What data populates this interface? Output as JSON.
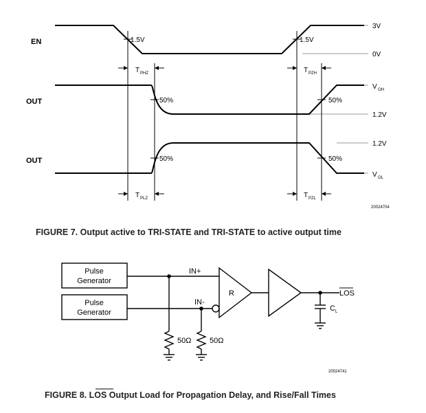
{
  "figure7": {
    "signals": {
      "en": "EN",
      "out1": "OUT",
      "out2": "OUT"
    },
    "levels": {
      "v3": "3V",
      "v0": "0V",
      "voh": "V",
      "voh_sub": "OH",
      "v12a": "1.2V",
      "v12b": "1.2V",
      "vol": "V",
      "vol_sub": "OL"
    },
    "thresholds": {
      "en_fall": "1.5V",
      "en_rise": "1.5V",
      "out1_a": "50%",
      "out1_b": "50%",
      "out2_a": "50%",
      "out2_b": "50%"
    },
    "timing": {
      "tphz": "T",
      "tphz_sub": "PHZ",
      "tpzh": "T",
      "tpzh_sub": "PZH",
      "tplz": "T",
      "tplz_sub": "PLZ",
      "tpzl": "T",
      "tpzl_sub": "PZL"
    },
    "figure_id": "20024704",
    "caption": "FIGURE 7. Output active to TRI-STATE and TRI-STATE to active output time"
  },
  "figure8": {
    "generator1": {
      "line1": "Pulse",
      "line2": "Generator"
    },
    "generator2": {
      "line1": "Pulse",
      "line2": "Generator"
    },
    "in_plus": "IN+",
    "in_minus": "IN-",
    "receiver": "R",
    "los": "LOS",
    "cl": "C",
    "cl_sub": "L",
    "r1": "50Ω",
    "r2": "50Ω",
    "figure_id": "20024741",
    "caption_pre": "FIGURE 8.",
    "caption_los": "LOS",
    "caption_post": "Output Load for Propagation Delay, and Rise/Fall Times"
  }
}
